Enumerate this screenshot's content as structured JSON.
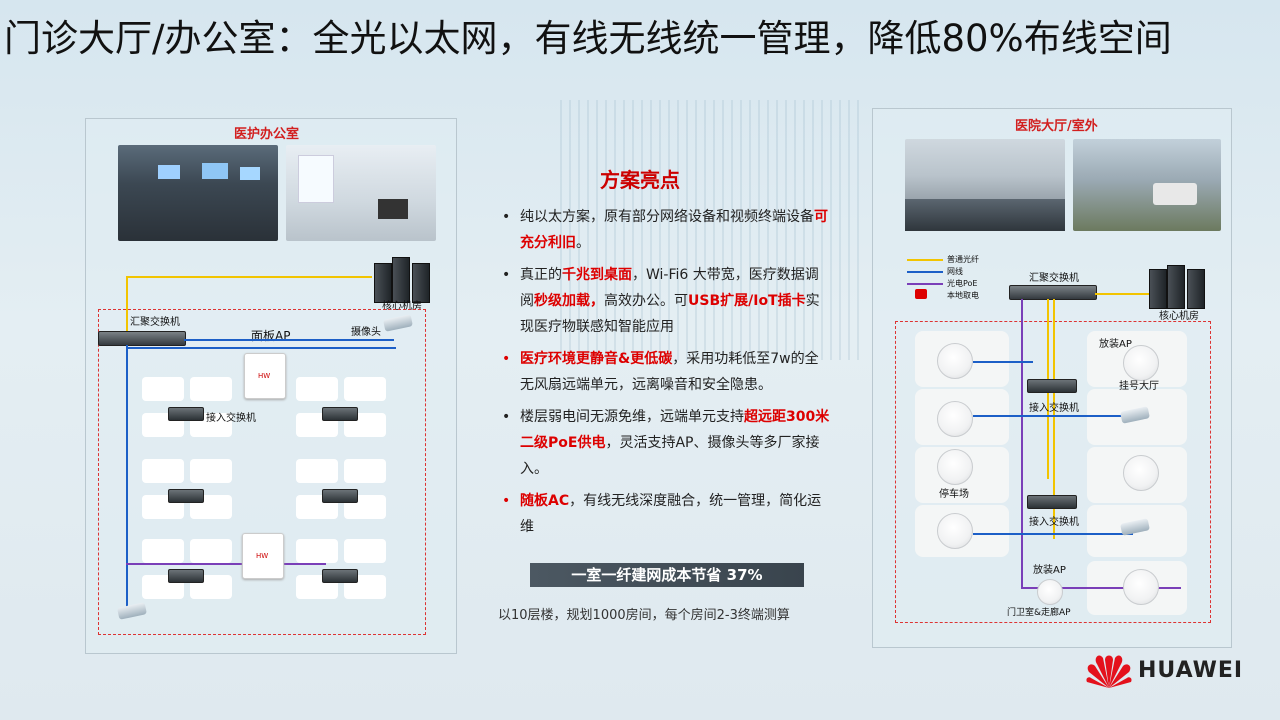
{
  "title": "门诊大厅/办公室：全光以太网，有线无线统一管理，降低80%布线空间",
  "left_panel": {
    "title": "医护办公室",
    "labels": {
      "agg_switch": "汇聚交换机",
      "panel_ap": "面板AP",
      "camera": "摄像头",
      "core_room": "核心机房",
      "access_switch": "接入交换机"
    }
  },
  "right_panel": {
    "title": "医院大厅/室外",
    "legend": [
      {
        "label": "普通光纤",
        "color": "#f2c400"
      },
      {
        "label": "网线",
        "color": "#1c5fc7"
      },
      {
        "label": "光电PoE",
        "color": "#7a3fb8"
      },
      {
        "label": "本地取电",
        "color": "#d00000"
      }
    ],
    "labels": {
      "agg_switch": "汇聚交换机",
      "core_room": "核心机房",
      "ap1": "放装AP",
      "hall": "挂号大厅",
      "access_switch_1": "接入交换机",
      "parking": "停车场",
      "access_switch_2": "接入交换机",
      "ap2": "放装AP",
      "gate": "门卫室&走廊AP"
    }
  },
  "highlights": {
    "title": "方案亮点",
    "bullet_char": "•",
    "items": [
      {
        "parts": [
          {
            "t": "纯以太方案，原有部分网络设备和视频终端设备",
            "r": false
          },
          {
            "t": "可充分利旧",
            "r": true
          },
          {
            "t": "。",
            "r": false
          }
        ]
      },
      {
        "parts": [
          {
            "t": "真正的",
            "r": false
          },
          {
            "t": "千兆到桌面",
            "r": true
          },
          {
            "t": "，Wi-Fi6 大带宽，医疗数据调阅",
            "r": false
          },
          {
            "t": "秒级加载，",
            "r": true
          },
          {
            "t": "高效办公。可",
            "r": false
          },
          {
            "t": "USB扩展/IoT插卡",
            "r": true
          },
          {
            "t": "实现医疗物联感知智能应用",
            "r": false
          }
        ]
      },
      {
        "parts": [
          {
            "t": "医疗环境更静音&更低碳",
            "r": true
          },
          {
            "t": "，采用功耗低至7w的全无风扇远端单元，远离噪音和安全隐患。",
            "r": false
          }
        ]
      },
      {
        "parts": [
          {
            "t": "楼层弱电间无源免维，远端单元支持",
            "r": false
          },
          {
            "t": "超远距300米二级PoE供电",
            "r": true
          },
          {
            "t": "，灵活支持AP、摄像头等多厂家接入。",
            "r": false
          }
        ]
      },
      {
        "parts": [
          {
            "t": "随板AC",
            "r": true
          },
          {
            "t": "，有线无线深度融合，统一管理，简化运维",
            "r": false
          }
        ]
      }
    ]
  },
  "savings": {
    "banner": "一室一纤建网成本节省 37%",
    "note": "以10层楼，规划1000房间，每个房间2-3终端测算"
  },
  "brand": {
    "name": "HUAWEI",
    "color": "#e4111c"
  }
}
